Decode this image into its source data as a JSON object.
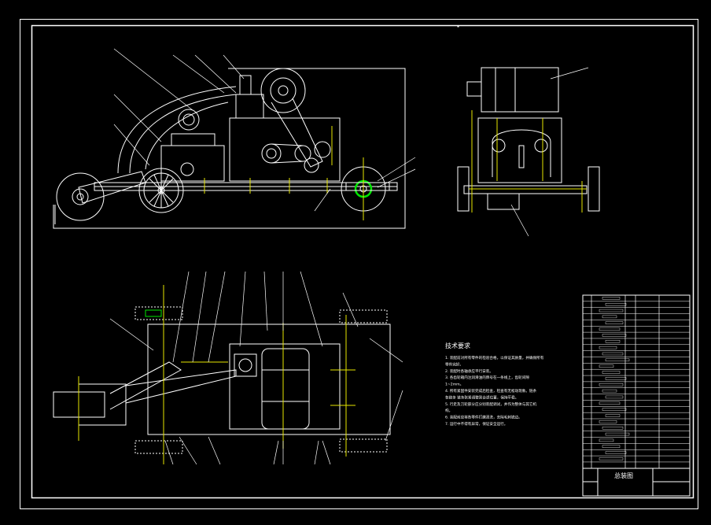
{
  "title_block": {
    "drawing_name": "总装图"
  },
  "technical_requirements": {
    "heading": "技术要求",
    "lines": [
      "1. 装配前对所有零件的检验合格，以保证其质量，并确保所有",
      "零件完好。",
      "2. 装配时各轴承应平行安装。",
      "3. 各齿轮箱内注润滑油的牌号在一条线上，齿轮间隙",
      "1~2mm。",
      "4. 所有紧固件安装完成后检查，检查有无松动现象。链条",
      "各链条   链条张紧调整到合适位置，保持平稳。",
      "5. 行走及刀轮部分应分别装配调试，并作为整体与其它机",
      "构。",
      "6. 装配前应将各零件打磨清洗，去除毛刺锐边。",
      "7. 运行中不得有异常，保证安全运行。"
    ]
  },
  "colors": {
    "background": "#000000",
    "line": "#ffffff",
    "centerline": "#e6e600",
    "highlight": "#00e600"
  }
}
